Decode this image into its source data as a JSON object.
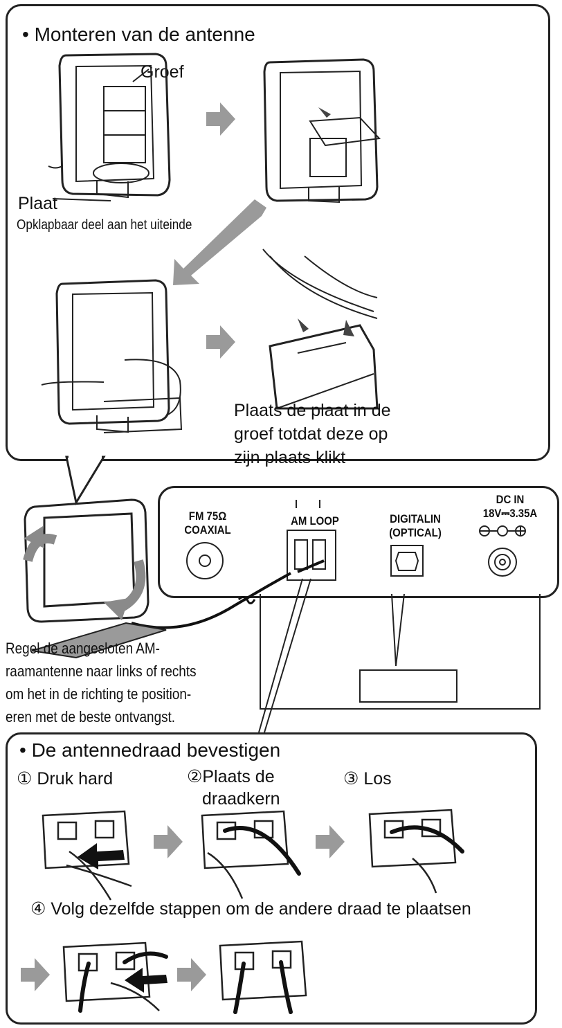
{
  "top_panel": {
    "heading": "• Monteren van de antenne",
    "label_groef": "Groef",
    "label_plaat": "Plaat",
    "label_opklap": "Opklapbaar deel aan het uiteinde",
    "caption_lines": [
      "Plaats de plaat in de",
      "groef totdat deze op",
      "zijn plaats klikt"
    ]
  },
  "back_panel": {
    "fm_lines": [
      "FM 75Ω",
      "COAXIAL"
    ],
    "am": "AM LOOP",
    "digital_lines": [
      "DIGITALIN",
      "(OPTICAL)"
    ],
    "dc_lines": [
      "DC IN",
      "18V⎓3.35A"
    ]
  },
  "middle": {
    "paragraph_lines": [
      "Regel de aangesloten AM-",
      "raamantenne naar links of rechts",
      "om het in de richting te position-",
      "eren met de beste ontvangst."
    ]
  },
  "bottom_panel": {
    "heading": "• De antennedraad bevestigen",
    "step1": "① Druk hard",
    "step2_lines": [
      "②Plaats de",
      "draadkern"
    ],
    "step3": "③  Los",
    "step4": "④ Volg dezelfde stappen om de andere draad te plaatsen"
  }
}
